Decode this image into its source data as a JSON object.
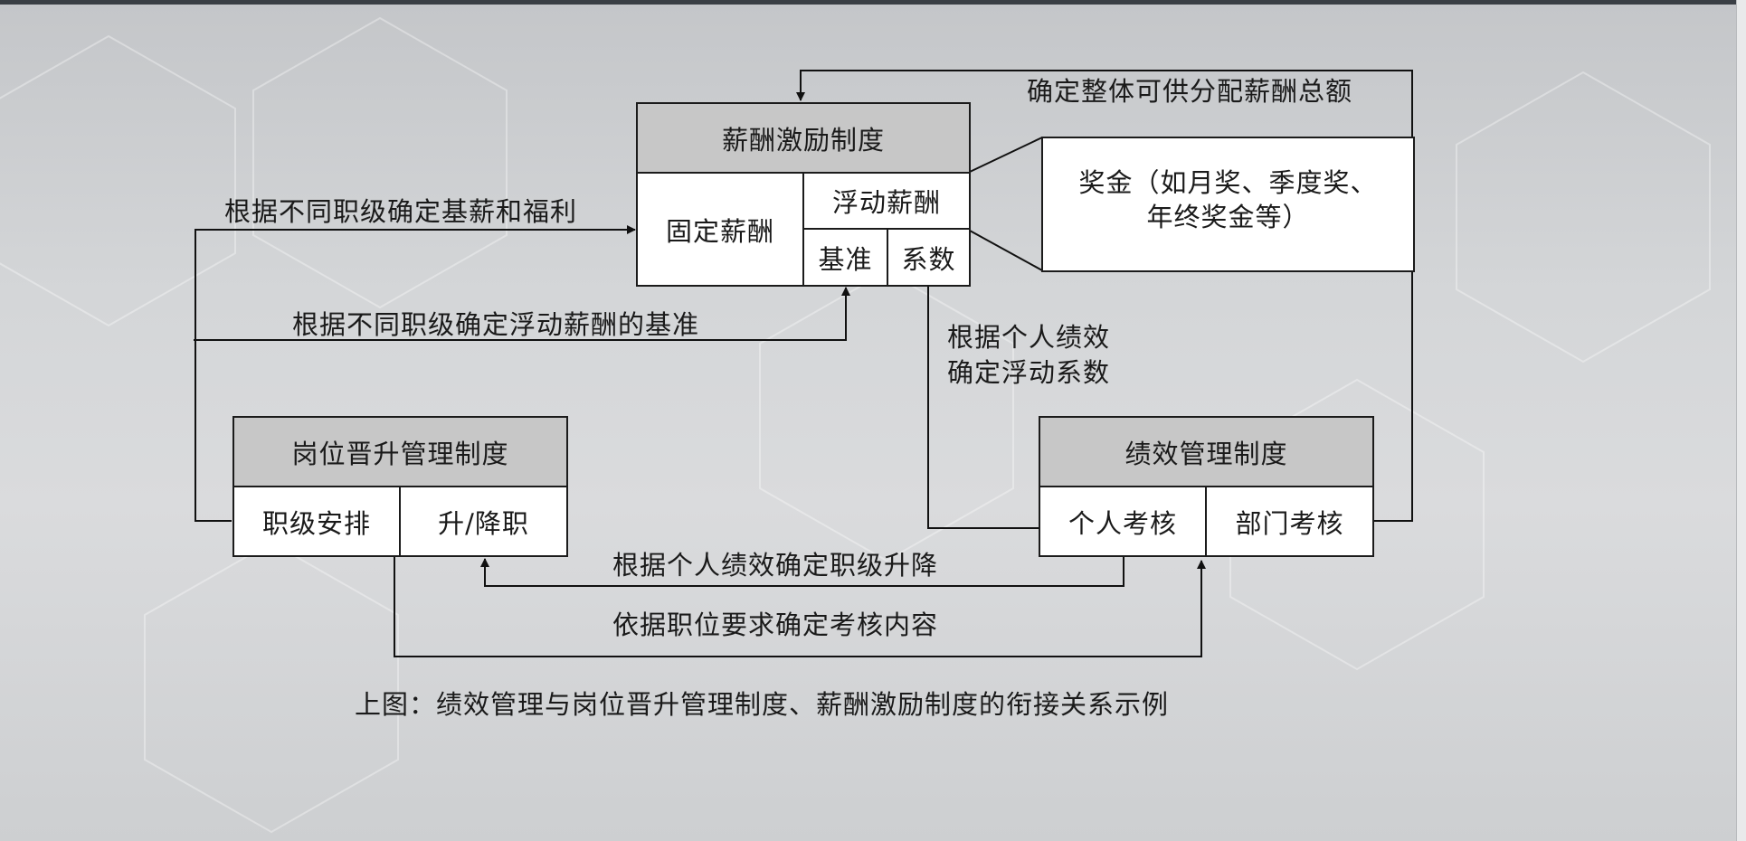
{
  "salary_system": {
    "title": "薪酬激励制度",
    "fixed": "固定薪酬",
    "floating": "浮动薪酬",
    "base": "基准",
    "coef": "系数"
  },
  "bonus": {
    "line1": "奖金（如月奖、季度奖、",
    "line2": "年终奖金等）"
  },
  "promotion_system": {
    "title": "岗位晋升管理制度",
    "rank": "职级安排",
    "up_down": "升/降职"
  },
  "performance_system": {
    "title": "绩效管理制度",
    "personal": "个人考核",
    "department": "部门考核"
  },
  "edges": {
    "total_pay": "确定整体可供分配薪酬总额",
    "base_welfare": "根据不同职级确定基薪和福利",
    "float_base": "根据不同职级确定浮动薪酬的基准",
    "float_coef_1": "根据个人绩效",
    "float_coef_2": "确定浮动系数",
    "rank_change": "根据个人绩效确定职级升降",
    "assess_content": "依据职位要求确定考核内容"
  },
  "caption": "上图：绩效管理与岗位晋升管理制度、薪酬激励制度的衔接关系示例"
}
